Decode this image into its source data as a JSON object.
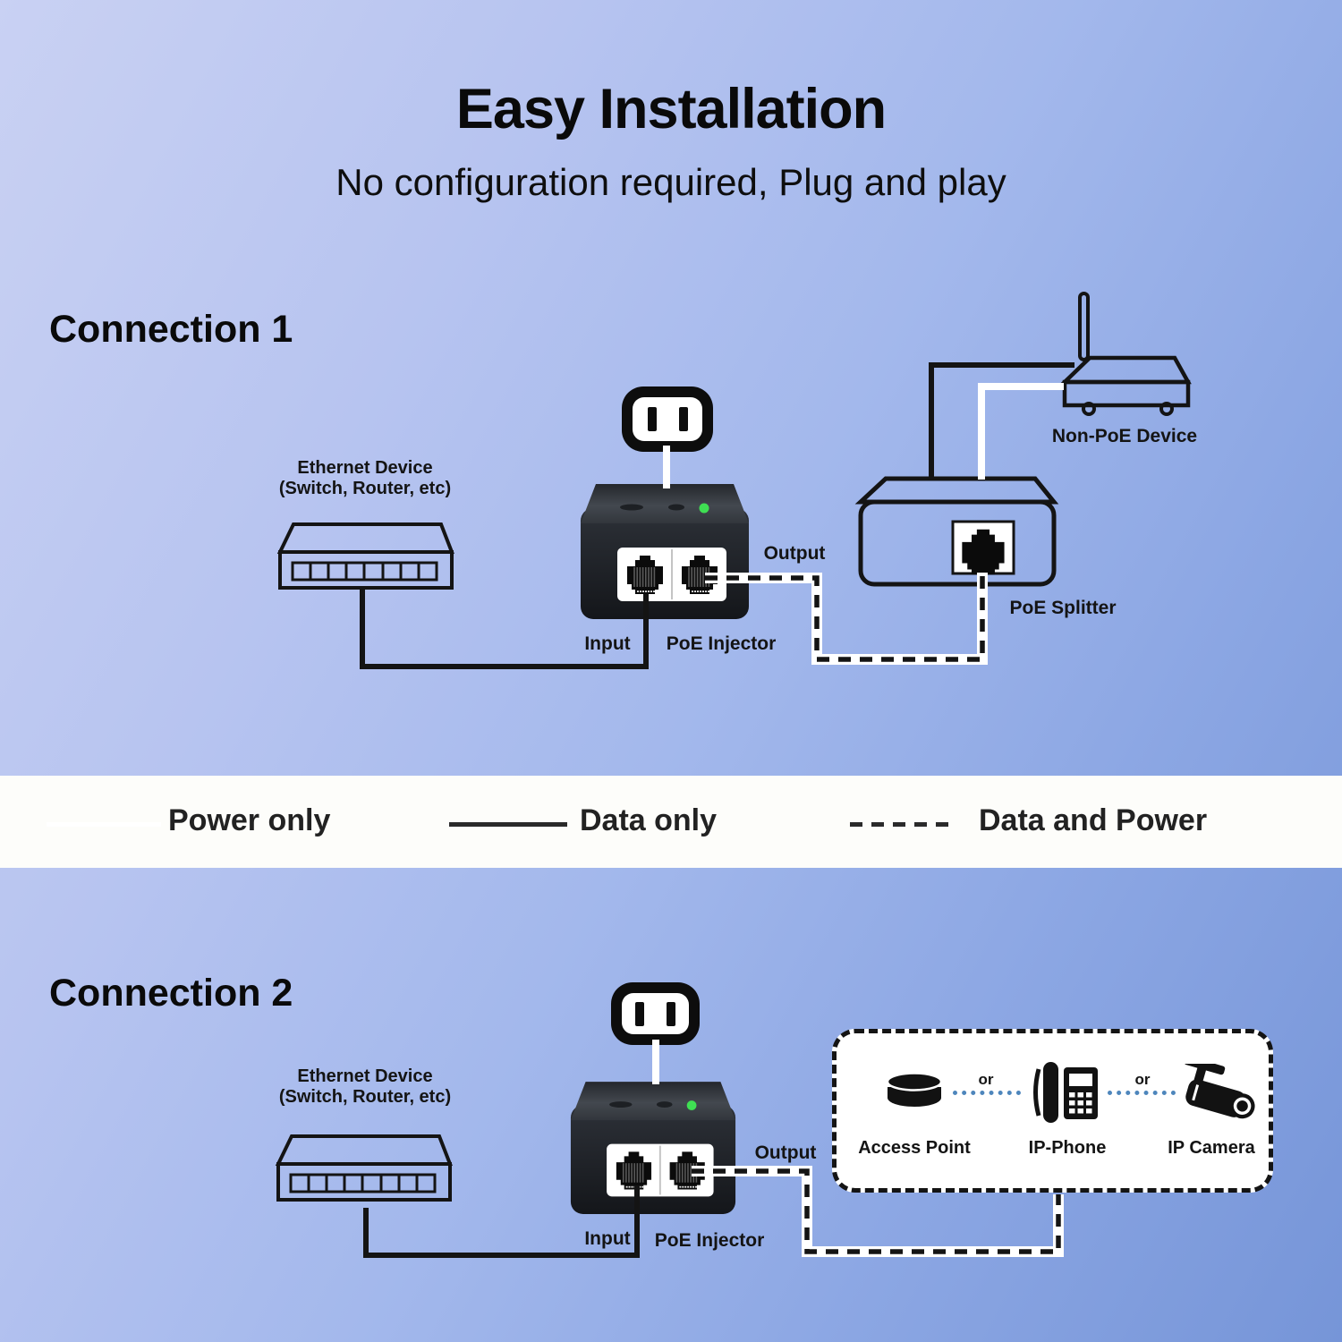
{
  "page": {
    "title": "Easy Installation",
    "subtitle": "No configuration required, Plug and play"
  },
  "legend": {
    "power_label": "Power only",
    "data_label": "Data only",
    "data_power_label": "Data and Power"
  },
  "colors": {
    "power_line": "#ffffff",
    "data_line": "#1a1a1a",
    "background_top": "#c9d1f3",
    "background_bottom": "#7695d8",
    "legend_band": "#fdfdfa",
    "led": "#3fdf53",
    "or_dots": "#4e86bc"
  },
  "connection1": {
    "heading": "Connection 1",
    "ethernet_device": {
      "line1": "Ethernet Device",
      "line2": "(Switch, Router, etc)"
    },
    "labels": {
      "input": "Input",
      "injector": "PoE Injector",
      "output": "Output",
      "splitter": "PoE Splitter",
      "non_poe_device": "Non-PoE Device"
    }
  },
  "connection2": {
    "heading": "Connection 2",
    "ethernet_device": {
      "line1": "Ethernet Device",
      "line2": "(Switch, Router, etc)"
    },
    "labels": {
      "input": "Input",
      "injector": "PoE Injector",
      "output": "Output"
    },
    "or_label": "or",
    "devices": [
      {
        "label": "Access Point",
        "icon": "access-point-icon"
      },
      {
        "label": "IP-Phone",
        "icon": "ip-phone-icon"
      },
      {
        "label": "IP Camera",
        "icon": "ip-camera-icon"
      }
    ]
  }
}
